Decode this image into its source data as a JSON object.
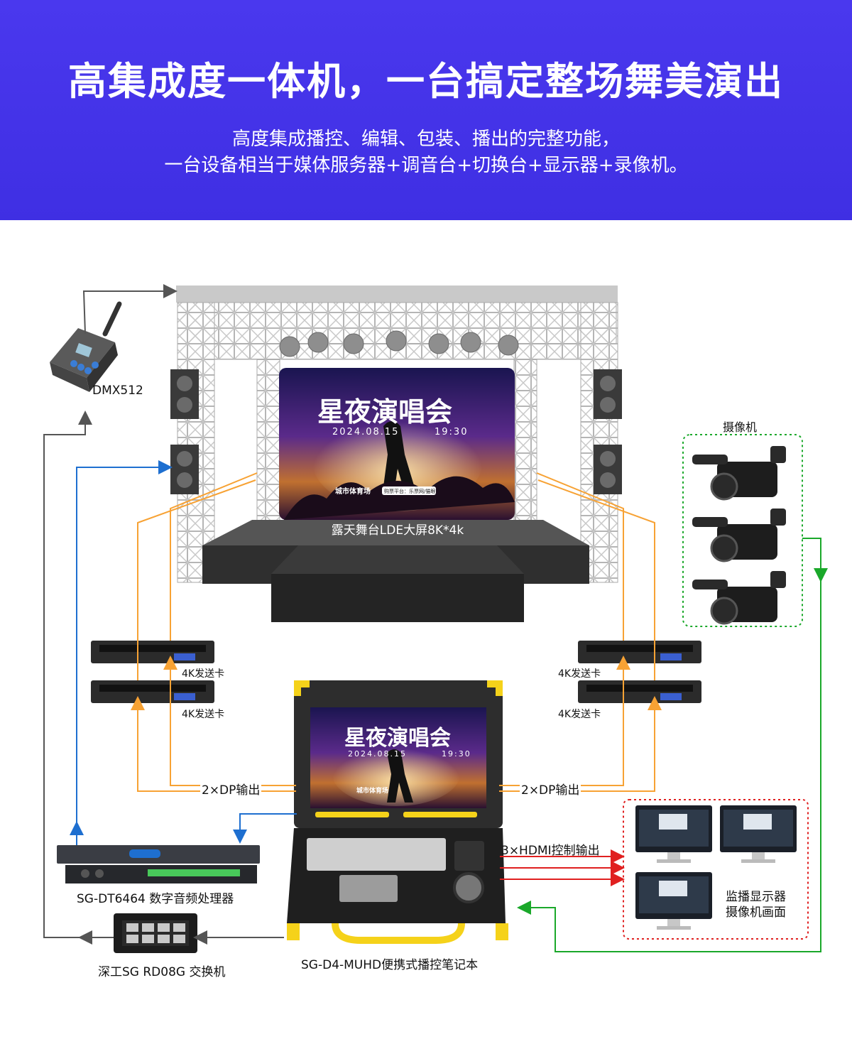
{
  "header": {
    "title": "高集成度一体机，一台搞定整场舞美演出",
    "subtitle_line1": "高度集成播控、编辑、包装、播出的完整功能，",
    "subtitle_line2": "一台设备相当于媒体服务器+调音台+切换台+显示器+录像机。"
  },
  "stage": {
    "screen_label": "露天舞台LDE大屏8K*4k",
    "concert_title": "星夜演唱会",
    "concert_date": "2024.08.15",
    "concert_time": "19:30",
    "venue": "城市体育场",
    "ticket": "购票平台：乐票网/猫眼"
  },
  "devices": {
    "dmx": "DMX512",
    "cameras": "摄像机",
    "sender_card": "4K发送卡",
    "dp_output": "2×DP输出",
    "hdmi_output": "3×HDMI控制输出",
    "audio_processor": "SG-DT6464 数字音频处理器",
    "switch": "深工SG RD08G 交换机",
    "laptop": "SG-D4-MUHD便携式播控笔记本",
    "monitor_label_1": "监播显示器",
    "monitor_label_2": "摄像机画面"
  },
  "colors": {
    "header_bg": "#4433e8",
    "orange_line": "#f7a234",
    "blue_line": "#1e6fd0",
    "green_line": "#1aa82a",
    "red_line": "#e02020",
    "dark_line": "#555555"
  }
}
